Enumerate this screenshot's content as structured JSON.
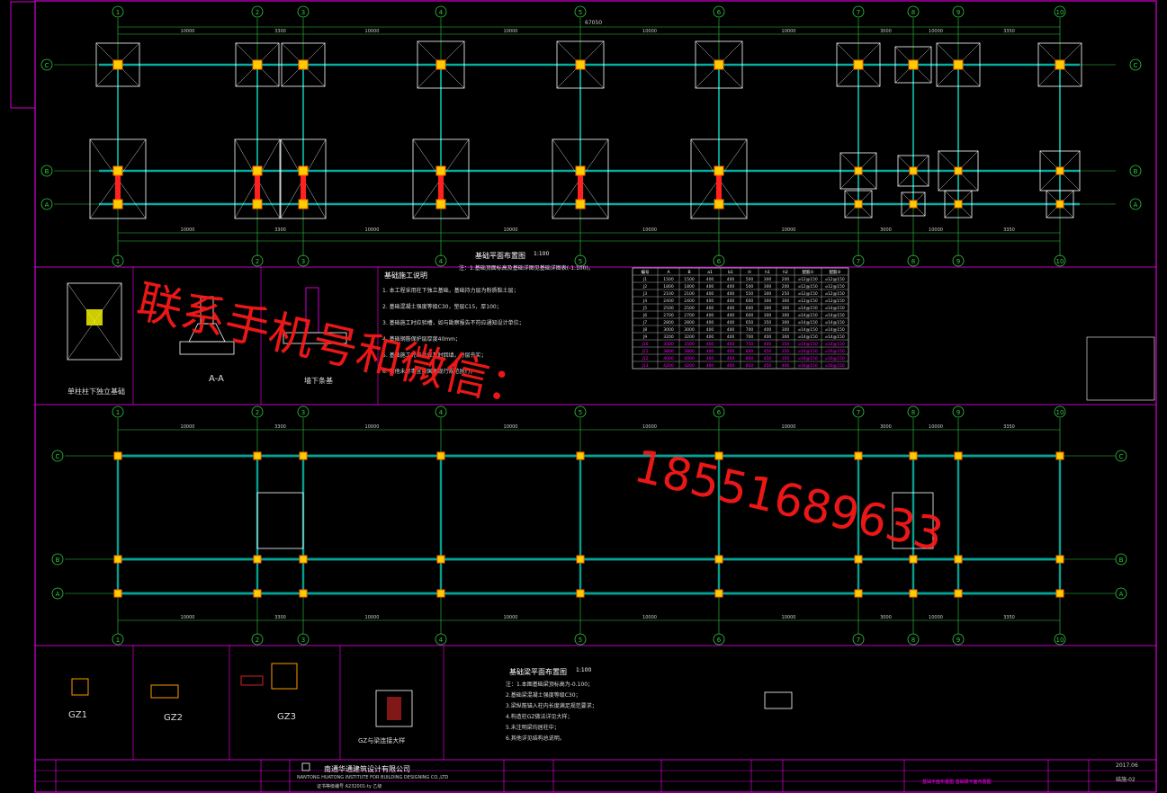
{
  "drawing": {
    "grid_columns": [
      "1",
      "2",
      "3",
      "4",
      "5",
      "6",
      "7",
      "8",
      "9",
      "10"
    ],
    "grid_rows": [
      "C",
      "B",
      "A"
    ],
    "top_dims": [
      "10000",
      "3300",
      "10000",
      "10000",
      "10000",
      "10000",
      "3000",
      "10000",
      "3350"
    ],
    "top_total": "67050",
    "plan1_title": "基础平面布置图",
    "plan1_scale": "1:100",
    "plan1_note": "注：1.基础顶面标高及基础详图见基础详图表(-1.100)。",
    "plan2_title": "基础梁平面布置图",
    "plan2_scale": "1:100",
    "notes_title": "基础施工说明",
    "notes_lines": [
      "1. 本工程采用柱下独立基础，基础持力层为粉质黏土层；",
      "2. 基础混凝土强度等级C30，垫层C15，厚100；",
      "3. 基础施工时应验槽，如与勘察报告不符应通知设计单位；",
      "4. 基础钢筋保护层厚度40mm；",
      "5. 基础施工完毕后应及时回填，分层夯实；",
      "6. 其他未尽事宜按国家现行规范执行。"
    ],
    "beam_notes_title": "基础梁平面布置图",
    "beam_notes_lines": [
      "注：1.本图基础梁顶标高为-0.100；",
      "2.基础梁混凝土强度等级C30；",
      "3.梁纵筋锚入柱内长度满足规范要求；",
      "4.构造柱GZ做法详见大样；",
      "5.未注明梁均居柱中；",
      "6.其他详见结构总说明。"
    ],
    "detail_labels": {
      "footing": "单柱柱下独立基础",
      "section": "A-A",
      "wall": "墙下条基",
      "gz1": "GZ1",
      "gz2": "GZ2",
      "gz3": "GZ3",
      "gzjoint": "GZ与梁连接大样"
    },
    "table": {
      "headers": [
        "编号",
        "A",
        "B",
        "a1",
        "b1",
        "H",
        "h1",
        "h2",
        "配筋①",
        "配筋②"
      ],
      "rows": [
        [
          "J1",
          "1500",
          "1500",
          "400",
          "400",
          "500",
          "300",
          "200",
          "⌀12@150",
          "⌀12@150"
        ],
        [
          "J2",
          "1800",
          "1800",
          "400",
          "400",
          "500",
          "300",
          "200",
          "⌀12@150",
          "⌀12@150"
        ],
        [
          "J3",
          "2100",
          "2100",
          "400",
          "400",
          "550",
          "300",
          "250",
          "⌀12@150",
          "⌀12@150"
        ],
        [
          "J4",
          "2400",
          "2400",
          "400",
          "400",
          "600",
          "300",
          "300",
          "⌀12@150",
          "⌀12@150"
        ],
        [
          "J5",
          "2500",
          "2500",
          "400",
          "400",
          "600",
          "300",
          "300",
          "⌀14@150",
          "⌀14@150"
        ],
        [
          "J6",
          "2700",
          "2700",
          "400",
          "400",
          "600",
          "300",
          "300",
          "⌀14@150",
          "⌀14@150"
        ],
        [
          "J7",
          "2800",
          "2800",
          "400",
          "400",
          "650",
          "350",
          "300",
          "⌀14@150",
          "⌀14@150"
        ],
        [
          "J8",
          "3000",
          "3000",
          "400",
          "400",
          "700",
          "400",
          "300",
          "⌀14@150",
          "⌀14@150"
        ],
        [
          "J9",
          "3200",
          "3200",
          "400",
          "400",
          "700",
          "400",
          "300",
          "⌀14@150",
          "⌀14@150"
        ],
        [
          "J10",
          "3500",
          "3500",
          "400",
          "400",
          "750",
          "400",
          "350",
          "⌀14@150",
          "⌀14@150"
        ],
        [
          "J11",
          "3800",
          "3800",
          "400",
          "400",
          "800",
          "450",
          "350",
          "⌀16@150",
          "⌀16@150"
        ],
        [
          "J12",
          "4000",
          "4000",
          "400",
          "400",
          "800",
          "450",
          "350",
          "⌀16@150",
          "⌀16@150"
        ],
        [
          "J13",
          "4200",
          "4200",
          "400",
          "400",
          "850",
          "450",
          "400",
          "⌀16@150",
          "⌀16@150"
        ]
      ]
    }
  },
  "watermark": {
    "line1": "联系手机号和微信：",
    "line2": "18551689633"
  },
  "title_block": {
    "company": "南通华通建筑设计有限公司",
    "company_en": "NANTONG HUATONG INSTITUTE FOR BUILDING DESIGNING CO.,LTD",
    "cert": "证书等级编号 A232001-ty 乙级",
    "drawing_name": "基础平面布置图 基础梁平面布置图",
    "drawing_no": "结施-02",
    "date": "2017.06"
  },
  "colors": {
    "grid": "#2ecc40",
    "beam": "#00ffff",
    "footing": "#ffffff",
    "column": "#ffcc00",
    "text": "#ff00ff",
    "dim": "#00ff00",
    "watermark": "#ff1a1a"
  }
}
